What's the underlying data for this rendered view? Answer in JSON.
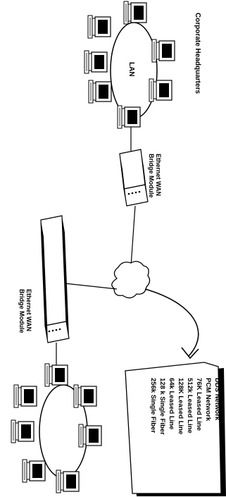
{
  "title": "Corporate Headquarters",
  "lan_label": "LAN",
  "bridge_top": {
    "line1": "Ethernet WAN",
    "line2": "Bridge Module"
  },
  "bridge_bottom": {
    "line1": "Ethernet WAN",
    "line2": "Bridge Module"
  },
  "wan_options": [
    "DDS Network",
    "PCM Network",
    "76K Leased Line",
    "512k Leased Line",
    "128K Leased Line",
    "64k Leased Line",
    "128 k Single Fiber",
    "256k Single Fiber"
  ],
  "colors": {
    "ink": "#000000",
    "paper": "#ffffff"
  },
  "icons": {
    "workstation": "computer-terminal-icon",
    "bridge": "network-bridge-device-icon",
    "cloud": "wan-cloud-icon"
  }
}
